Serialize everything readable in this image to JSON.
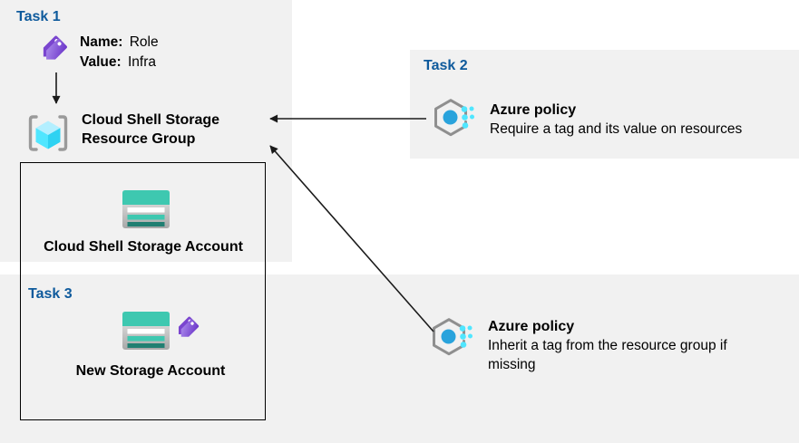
{
  "colors": {
    "panel_bg": "#f1f1f1",
    "task_label_blue": "#0e5a9c",
    "text_black": "#000000",
    "arrow_black": "#1a1a1a",
    "box_border": "#000000",
    "tag_purple_light": "#b091ee",
    "tag_purple_dark": "#6a34c8",
    "policy_circle_blue": "#29a3dc",
    "policy_dot_cyan": "#50e6ff",
    "hexagon_gray": "#8f8f8f",
    "storage_teal": "#3ec8b0",
    "storage_teal_dark": "#217f72",
    "cube_top": "#b3efff",
    "cube_left": "#50e6ff",
    "cube_right": "#2ed2f2",
    "bracket_gray": "#9a9a9a"
  },
  "task1": {
    "label": "Task 1",
    "tag_name_label": "Name:",
    "tag_name_value": "Role",
    "tag_value_label": "Value:",
    "tag_value_value": "Infra",
    "resource_group_line1": "Cloud Shell Storage",
    "resource_group_line2": "Resource Group"
  },
  "task2": {
    "label": "Task 2",
    "policy_title": "Azure policy",
    "policy_desc": "Require a tag and its value on resources"
  },
  "task3": {
    "label": "Task 3",
    "storage_account_label": "New Storage Account"
  },
  "resource_group_box": {
    "storage_account_label": "Cloud Shell Storage Account"
  },
  "inherit_policy": {
    "title": "Azure policy",
    "desc_line1": "Inherit a tag from the resource group if",
    "desc_line2": "missing"
  },
  "icons": {
    "tag": "tag-icon",
    "resource_group": "resource-group-icon",
    "storage_account": "storage-account-icon",
    "azure_policy": "azure-policy-icon"
  }
}
